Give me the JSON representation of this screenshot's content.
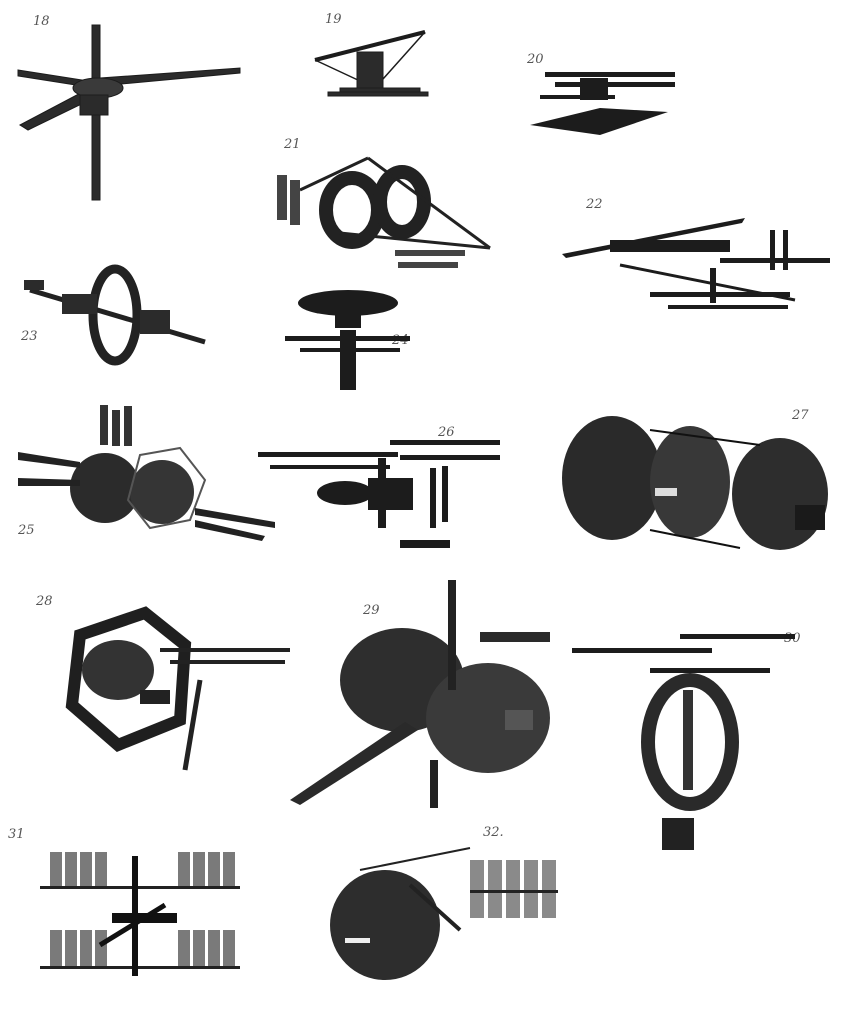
{
  "sketch_numbers": [
    "18",
    "19",
    "20",
    "21",
    "22",
    "23",
    "24",
    "25",
    "26",
    "27",
    "28",
    "29",
    "30",
    "31",
    "32."
  ],
  "colors": {
    "ink": "#1c1c1c",
    "dark": "#2b2b2b",
    "mid": "#555555",
    "light": "#8a8a8a",
    "panel": "#7a7a7a"
  }
}
